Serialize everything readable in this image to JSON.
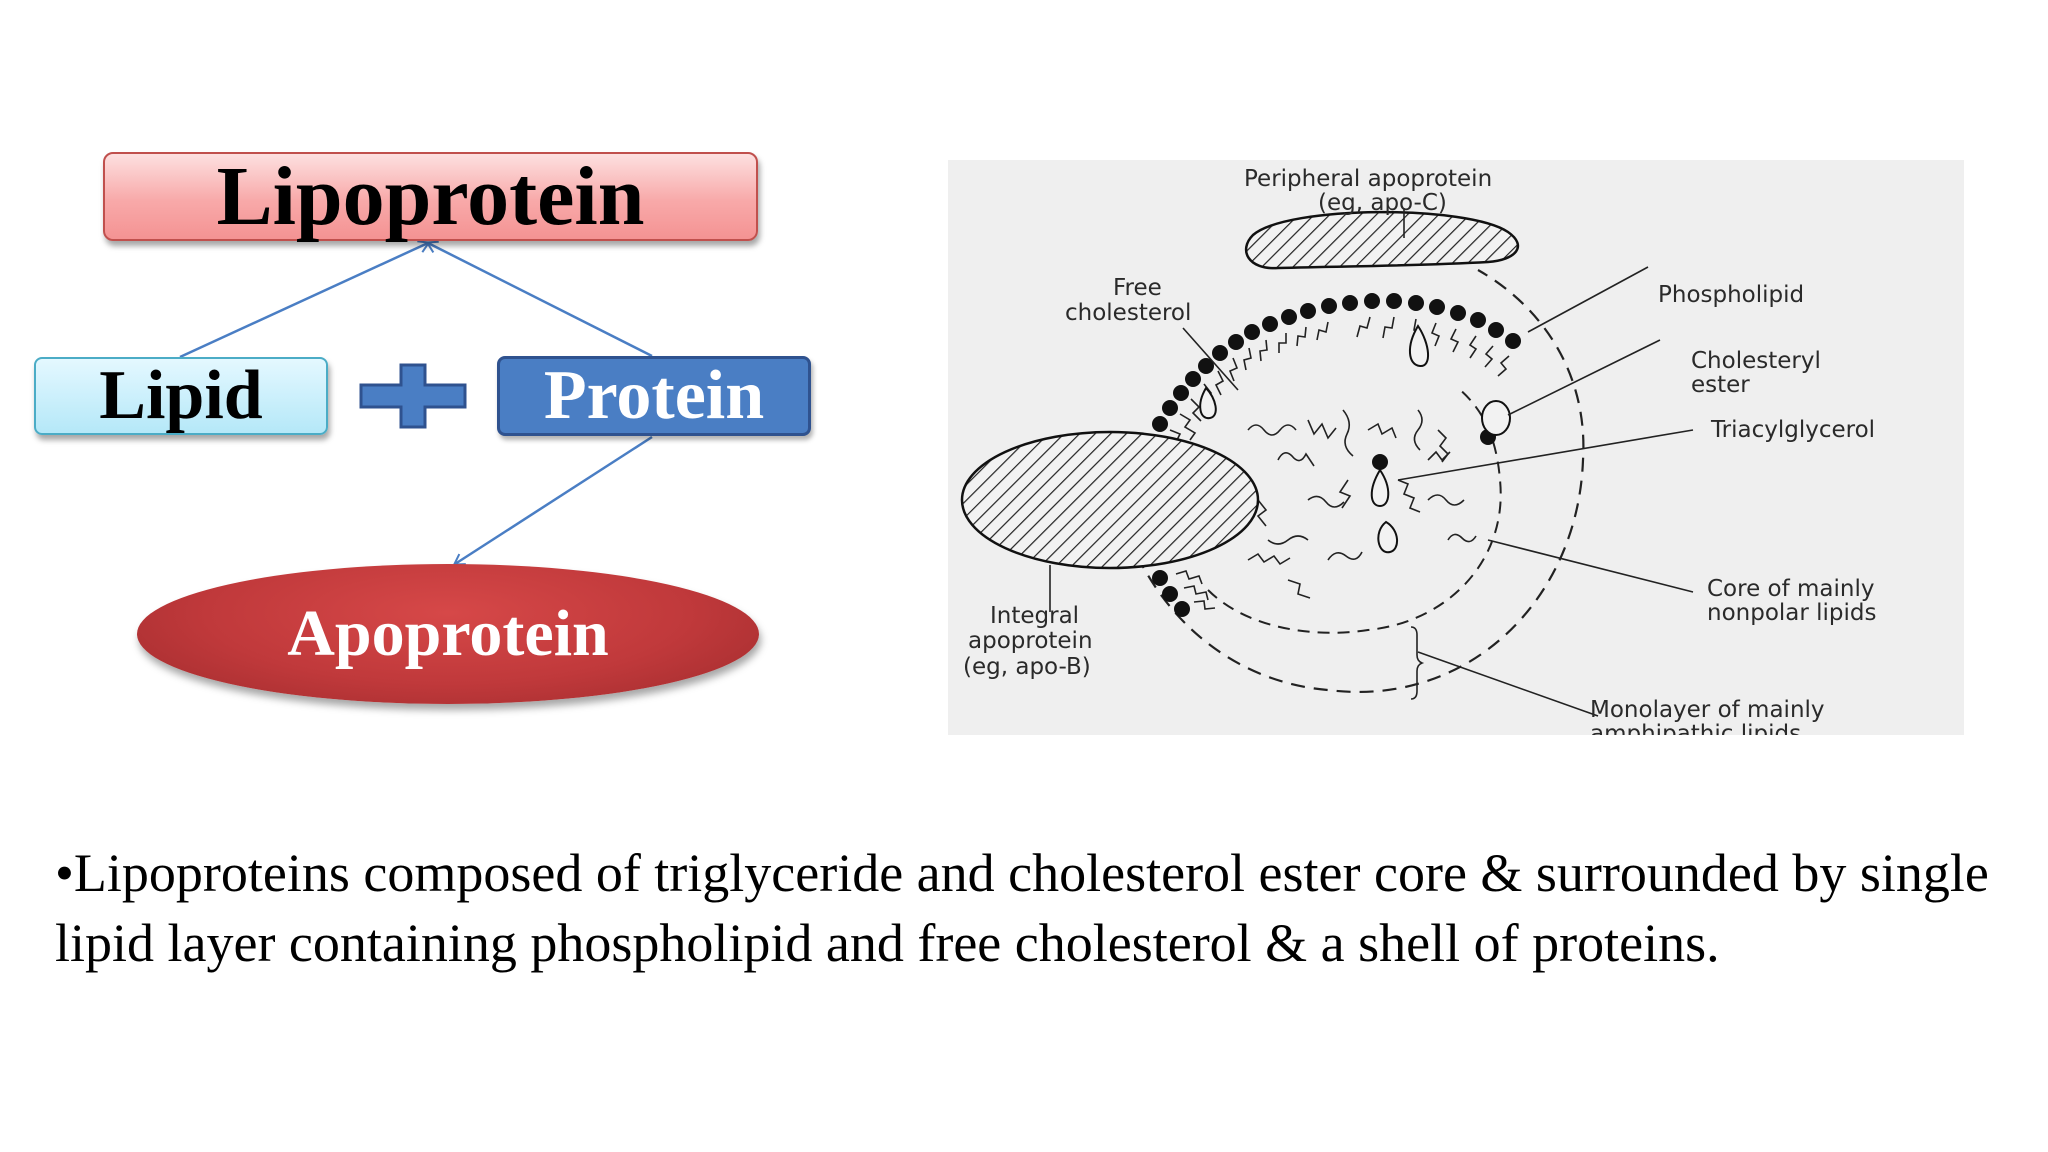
{
  "concept": {
    "lipoprotein_label": "Lipoprotein",
    "lipid_label": "Lipid",
    "protein_label": "Protein",
    "apoprotein_label": "Apoprotein"
  },
  "structure": {
    "peripheral_line1": "Peripheral apoprotein",
    "peripheral_line2": "(eg, apo-C)",
    "free_chol_line1": "Free",
    "free_chol_line2": "cholesterol",
    "phospholipid": "Phospholipid",
    "chol_ester_line1": "Cholesteryl",
    "chol_ester_line2": "ester",
    "triacylglycerol": "Triacylglycerol",
    "core_line1": "Core of mainly",
    "core_line2": "nonpolar lipids",
    "integral_line1": "Integral",
    "integral_line2": "apoprotein",
    "integral_line3": "(eg, apo-B)",
    "monolayer_line1": "Monolayer of mainly",
    "monolayer_line2": "amphipathic lipids"
  },
  "bullet_text": "•Lipoproteins composed of triglyceride and cholesterol ester core & surrounded by single lipid layer containing phospholipid and free cholesterol & a shell of proteins.",
  "colors": {
    "lipoprotein_fill": "#f8a9a9",
    "lipid_fill": "#b5e8f8",
    "protein_fill": "#4a7ec4",
    "apoprotein_fill": "#c0393b",
    "arrow": "#4a7ec4"
  }
}
